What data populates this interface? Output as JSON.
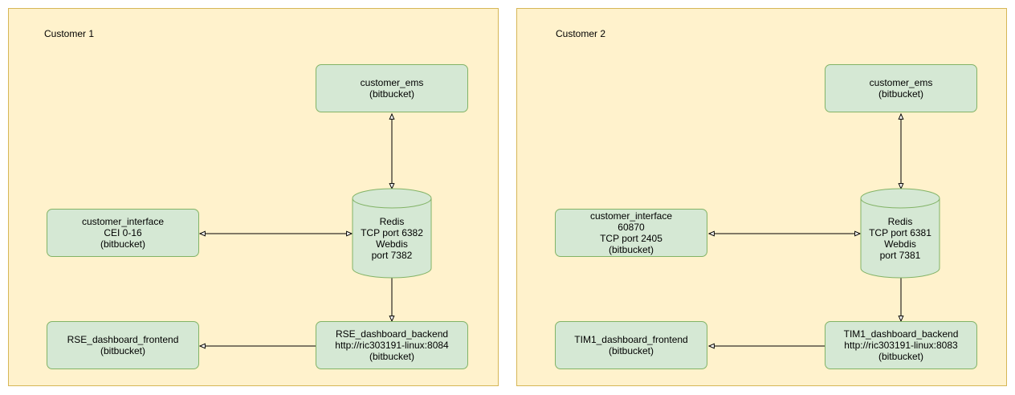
{
  "colors": {
    "container_fill": "#fff2cc",
    "container_border": "#d6b656",
    "node_fill": "#d5e8d4",
    "node_border": "#82b366",
    "edge": "#000000"
  },
  "customer1": {
    "label": "Customer 1",
    "customer_ems": [
      "customer_ems",
      "(bitbucket)"
    ],
    "customer_interface": [
      "customer_interface",
      "CEI 0-16",
      "(bitbucket)"
    ],
    "redis": [
      "Redis",
      "TCP port 6382",
      "Webdis",
      "port 7382"
    ],
    "dashboard_frontend": [
      "RSE_dashboard_frontend",
      "(bitbucket)"
    ],
    "dashboard_backend": [
      "RSE_dashboard_backend",
      "http://ric303191-linux:8084",
      "(bitbucket)"
    ]
  },
  "customer2": {
    "label": "Customer 2",
    "customer_ems": [
      "customer_ems",
      "(bitbucket)"
    ],
    "customer_interface": [
      "customer_interface",
      "60870",
      "TCP port 2405",
      "(bitbucket)"
    ],
    "redis": [
      "Redis",
      "TCP port 6381",
      "Webdis",
      "port 7381"
    ],
    "dashboard_frontend": [
      "TIM1_dashboard_frontend",
      "(bitbucket)"
    ],
    "dashboard_backend": [
      "TIM1_dashboard_backend",
      "http://ric303191-linux:8083",
      "(bitbucket)"
    ]
  }
}
